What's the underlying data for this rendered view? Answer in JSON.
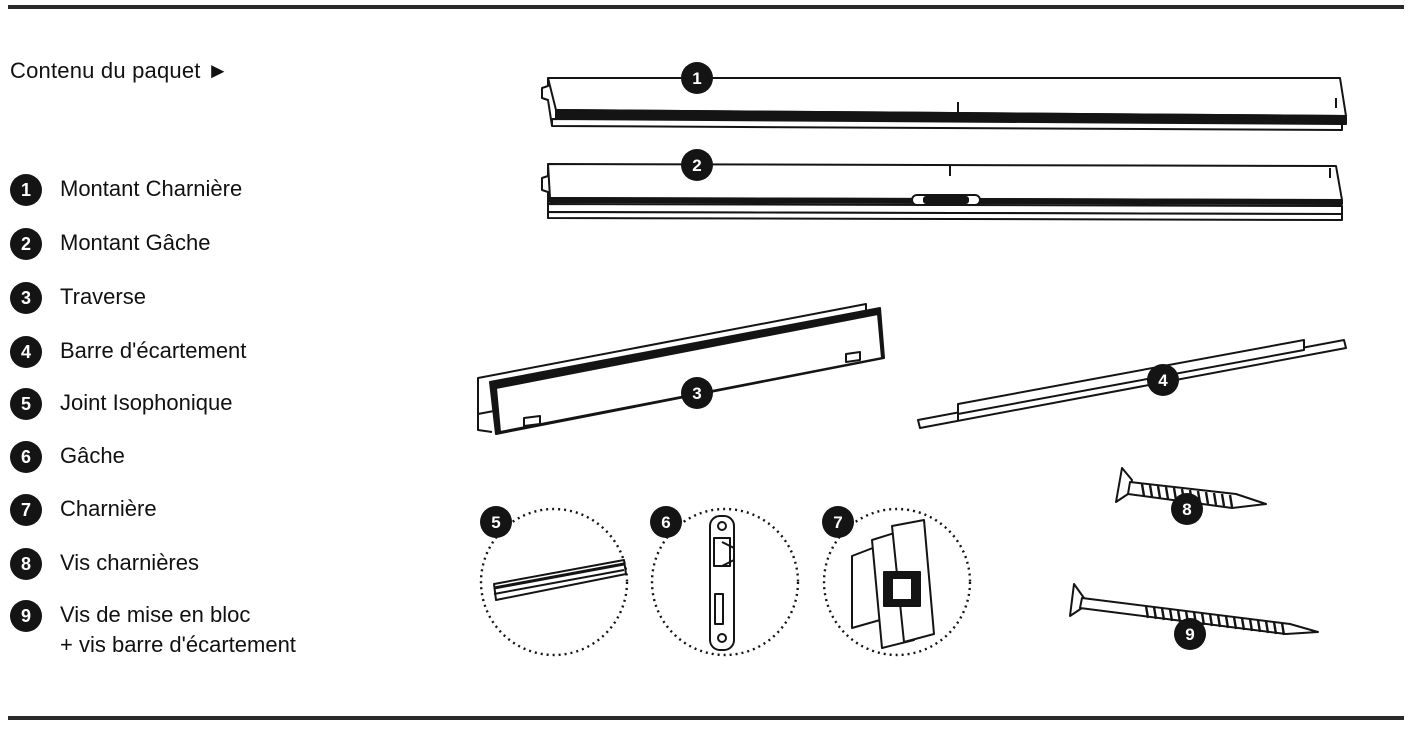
{
  "header": {
    "intro": "Contenu du paquet ►"
  },
  "legend": [
    {
      "number": "1",
      "label": "Montant Charnière"
    },
    {
      "number": "2",
      "label": "Montant Gâche"
    },
    {
      "number": "3",
      "label": "Traverse"
    },
    {
      "number": "4",
      "label": "Barre d'écartement"
    },
    {
      "number": "5",
      "label": "Joint Isophonique"
    },
    {
      "number": "6",
      "label": "Gâche"
    },
    {
      "number": "7",
      "label": "Charnière"
    },
    {
      "number": "8",
      "label": "Vis charnières"
    },
    {
      "number": "9",
      "label": "Vis de mise en bloc",
      "label_line2": "+ vis barre d'écartement"
    }
  ],
  "colors": {
    "ink": "#141414",
    "rule": "#2a2a2a",
    "background": "#ffffff"
  }
}
